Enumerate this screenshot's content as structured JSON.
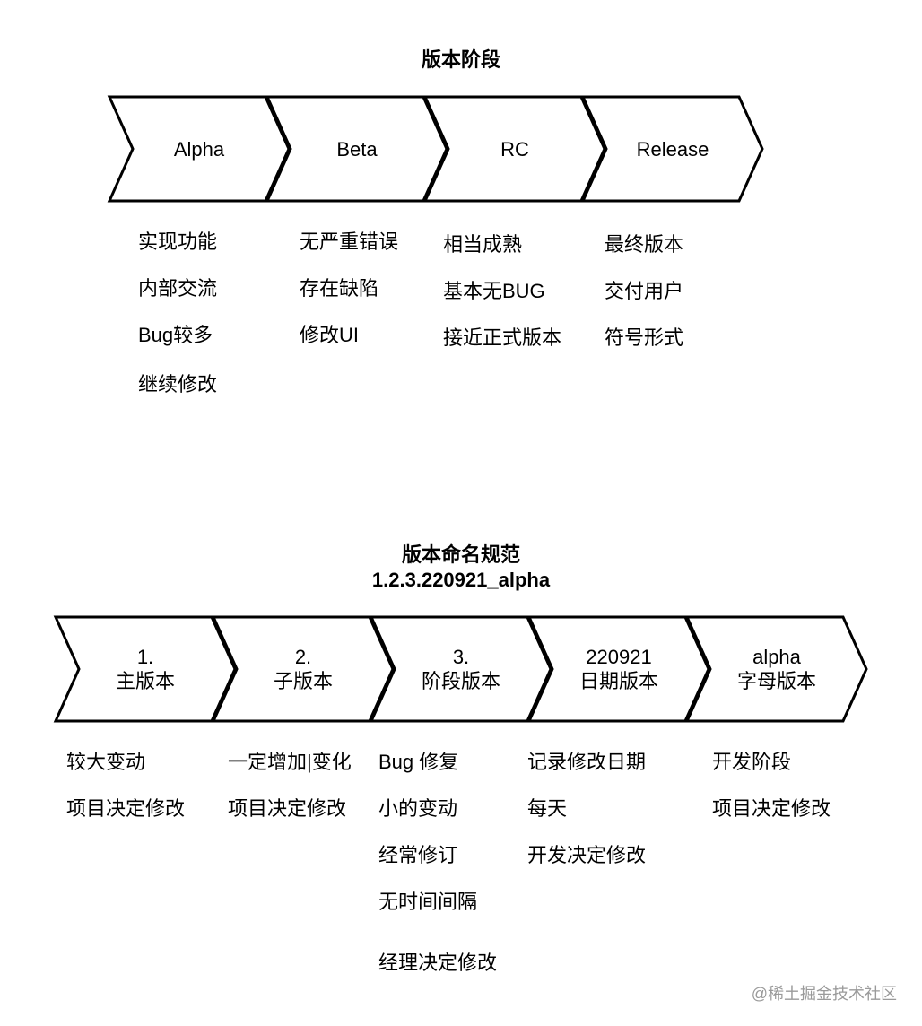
{
  "section1": {
    "title": "版本阶段",
    "stages": [
      {
        "label": "Alpha",
        "items": [
          "实现功能",
          "内部交流",
          "Bug较多",
          "继续修改"
        ]
      },
      {
        "label": "Beta",
        "items": [
          "无严重错误",
          "存在缺陷",
          "修改UI"
        ]
      },
      {
        "label": "RC",
        "items": [
          "相当成熟",
          "基本无BUG",
          "接近正式版本"
        ]
      },
      {
        "label": "Release",
        "items": [
          "最终版本",
          "交付用户",
          "符号形式"
        ]
      }
    ]
  },
  "section2": {
    "title": "版本命名规范",
    "example": "1.2.3.220921_alpha",
    "parts": [
      {
        "line1": "1.",
        "line2": "主版本",
        "items": [
          "较大变动",
          "项目决定修改"
        ]
      },
      {
        "line1": "2.",
        "line2": "子版本",
        "items": [
          "一定增加|变化",
          "项目决定修改"
        ]
      },
      {
        "line1": "3.",
        "line2": "阶段版本",
        "items": [
          "Bug 修复",
          "小的变动",
          "经常修订",
          "无时间间隔",
          "经理决定修改"
        ]
      },
      {
        "line1": "220921",
        "line2": "日期版本",
        "items": [
          "记录修改日期",
          "每天",
          "开发决定修改"
        ]
      },
      {
        "line1": "alpha",
        "line2": "字母版本",
        "items": [
          "开发阶段",
          "项目决定修改"
        ]
      }
    ]
  },
  "watermark": "@稀土掘金技术社区"
}
